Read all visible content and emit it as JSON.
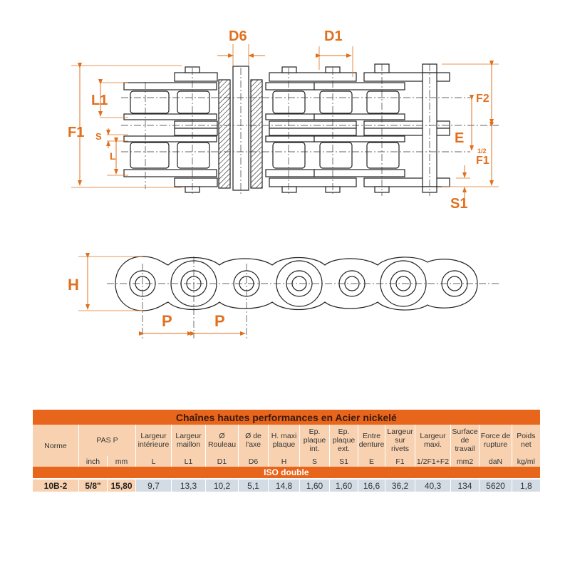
{
  "drawing": {
    "top_view_labels": {
      "D6": "D6",
      "D1": "D1",
      "L1": "L1",
      "F1": "F1",
      "S": "S",
      "L": "L",
      "F2": "F2",
      "E": "E",
      "half": "1/2",
      "F1_right": "F1",
      "S1": "S1"
    },
    "side_view_labels": {
      "H": "H",
      "P1": "P",
      "P2": "P"
    },
    "accent_color": "#e0701e"
  },
  "table": {
    "title": "Chaînes hautes performances en Acier nickelé",
    "headers": [
      "Norme",
      "PAS P",
      "Largeur intérieure",
      "Largeur maillon",
      "Ø Rouleau",
      "Ø de l'axe",
      "H. maxi plaque",
      "Ep. plaque int.",
      "Ep. plaque ext.",
      "Entre denture",
      "Largeur sur rivets",
      "Largeur maxi.",
      "Surface de travail",
      "Force de rupture",
      "Poids net"
    ],
    "units": [
      "inch",
      "mm",
      "L",
      "L1",
      "D1",
      "D6",
      "H",
      "S",
      "S1",
      "E",
      "F1",
      "1/2F1+F2",
      "mm2",
      "daN",
      "kg/ml"
    ],
    "section": "ISO double",
    "rows": [
      [
        "10B-2",
        "5/8\"",
        "15,80",
        "9,7",
        "13,3",
        "10,2",
        "5,1",
        "14,8",
        "1,60",
        "1,60",
        "16,6",
        "36,2",
        "40,3",
        "134",
        "5620",
        "1,8"
      ]
    ],
    "colors": {
      "header": "#e8651c",
      "header_light": "#f8d2b0",
      "value_cell": "#d3dce4"
    }
  }
}
